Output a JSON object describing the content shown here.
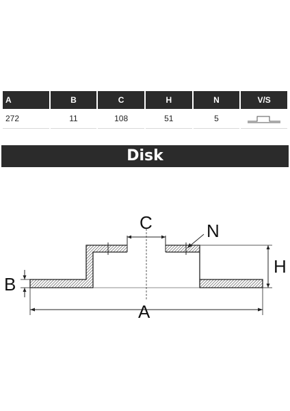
{
  "spec_table": {
    "headers": [
      "A",
      "B",
      "C",
      "H",
      "N",
      "V/S"
    ],
    "values": [
      "272",
      "11",
      "108",
      "51",
      "5"
    ]
  },
  "section_title": "Disk",
  "diagram": {
    "labels": {
      "A": "A",
      "B": "B",
      "C": "C",
      "H": "H",
      "N": "N"
    }
  }
}
